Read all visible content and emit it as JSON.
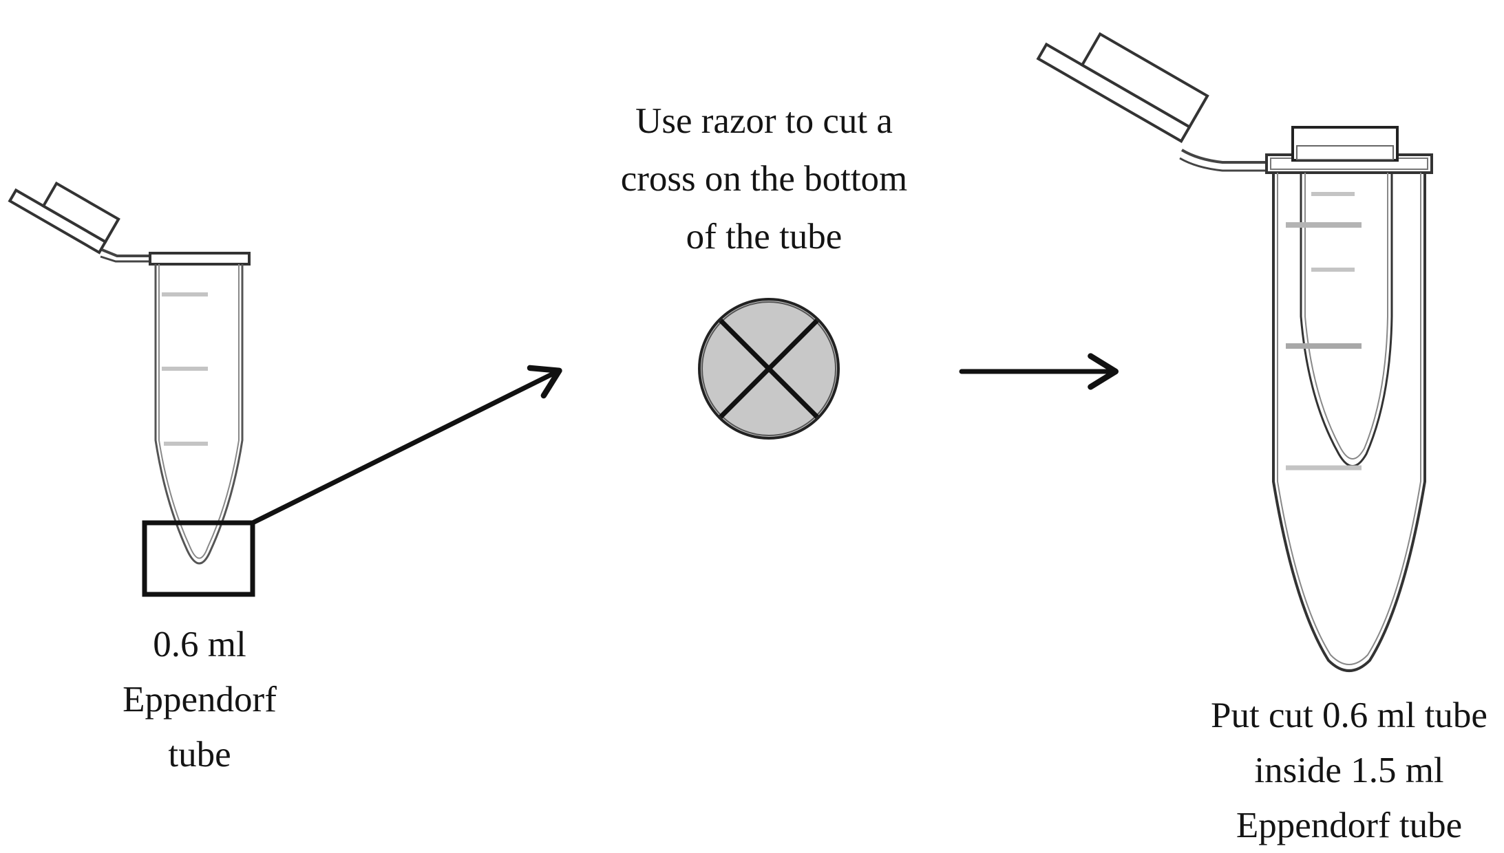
{
  "diagram": {
    "small_tube_label": [
      "0.6 ml",
      "Eppendorf",
      "tube"
    ],
    "step_instruction": [
      "Use razor to cut a",
      "cross on the bottom",
      "of the tube"
    ],
    "result_label": [
      "Put cut 0.6 ml tube",
      "inside 1.5 ml",
      "Eppendorf tube"
    ]
  },
  "colors": {
    "stroke": "#111111",
    "tube_outline": "#555555",
    "graduation_marks": "#c4c4c4",
    "cut_circle_fill": "#c8c8c8",
    "background": "#ffffff"
  },
  "icons": {
    "small_tube": "eppendorf-tube-0.6ml",
    "cut_symbol": "cross-in-circle",
    "large_tube": "eppendorf-tube-1.5ml-with-inner-tube"
  }
}
